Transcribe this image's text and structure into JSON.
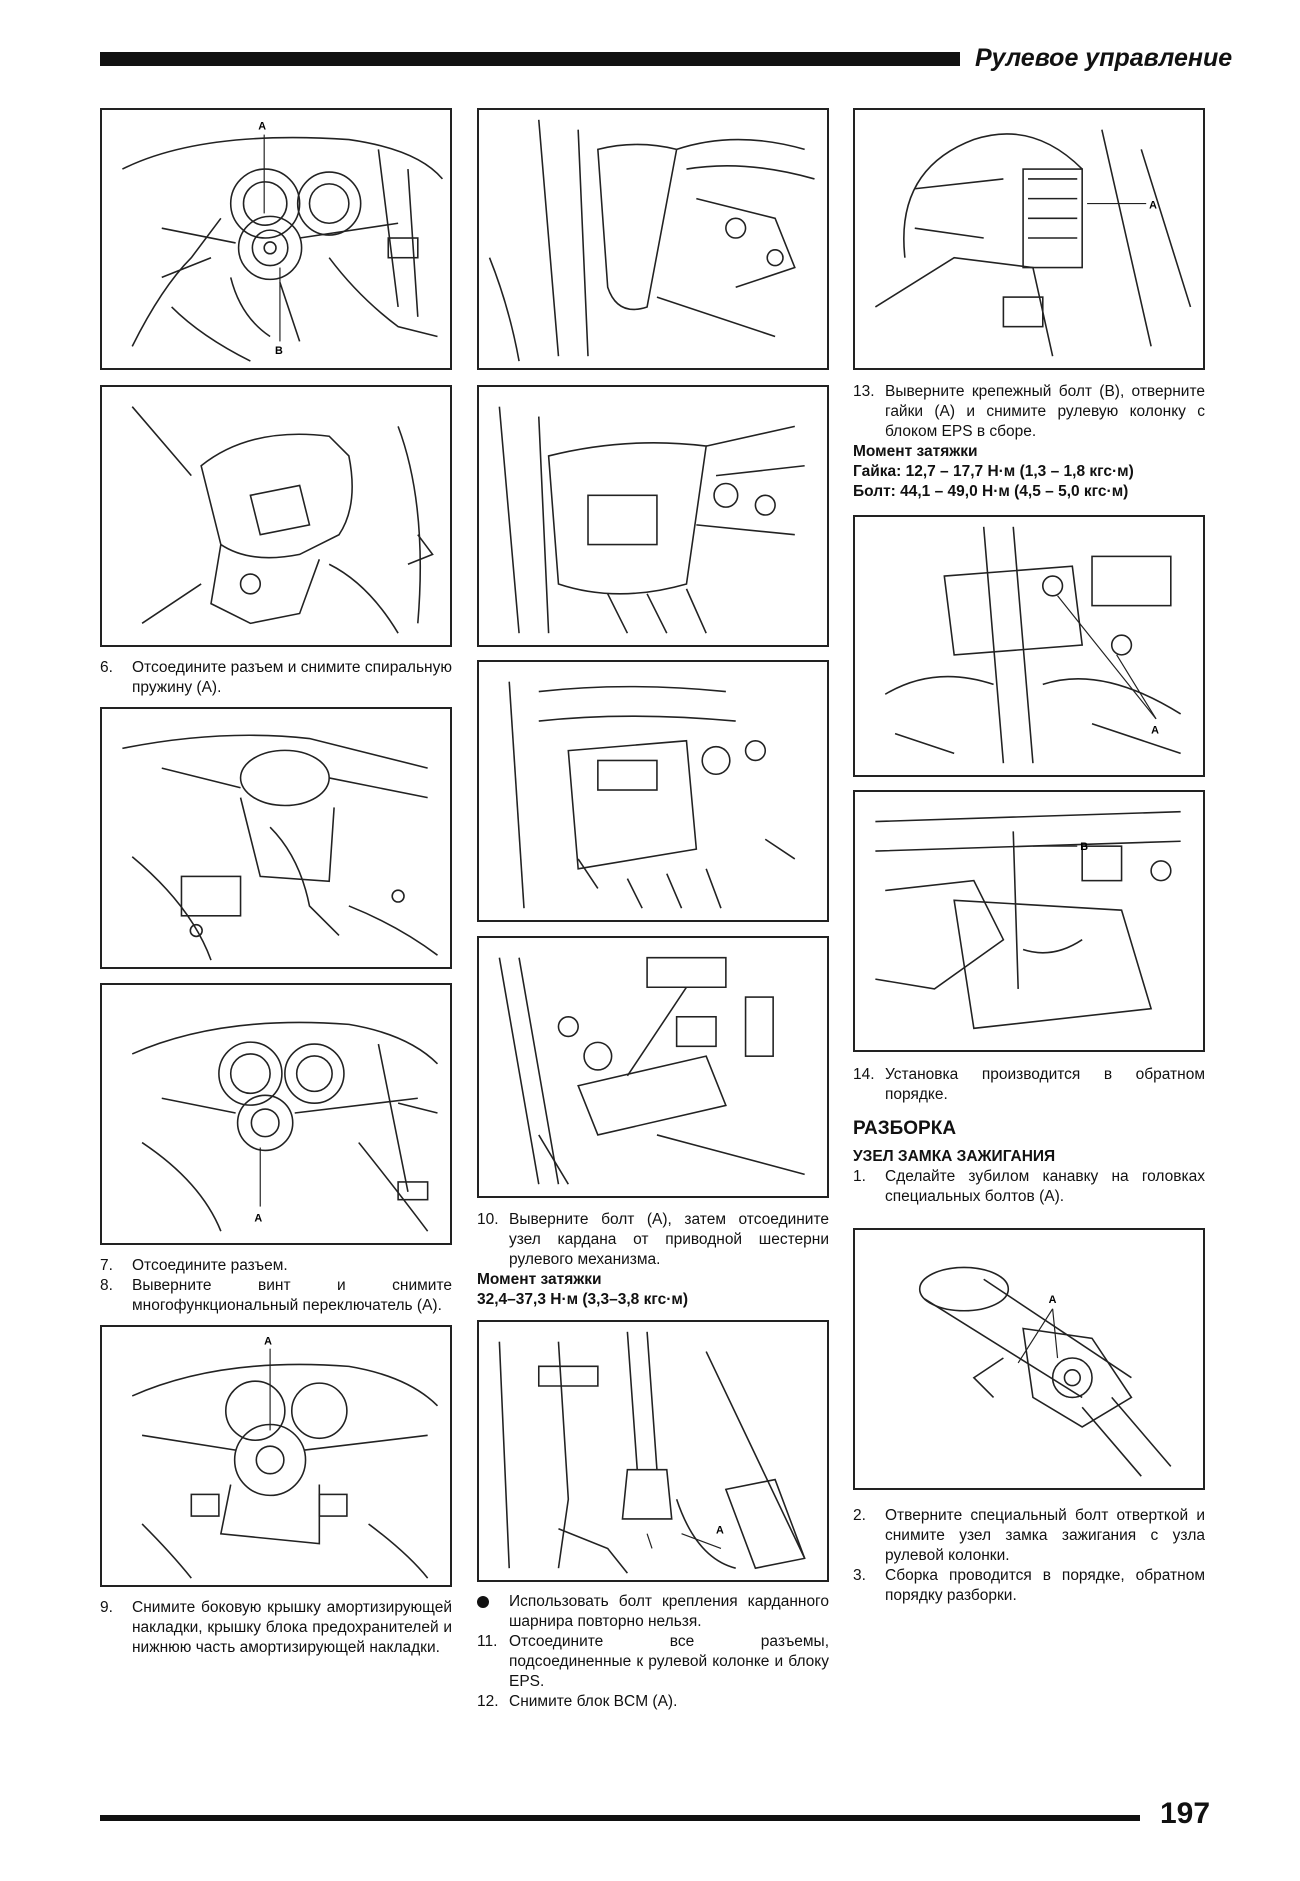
{
  "header": {
    "title": "Рулевое управление"
  },
  "page_number": "197",
  "figures": {
    "label_a": "A",
    "label_b": "B"
  },
  "col1": {
    "step6": {
      "num": "6.",
      "text": "Отсоедините разъем и снимите спиральную пружину (А)."
    },
    "step7": {
      "num": "7.",
      "text": "Отсоедините разъем."
    },
    "step8": {
      "num": "8.",
      "text": "Выверните винт и снимите многофункциональный переключатель (А)."
    },
    "step9": {
      "num": "9.",
      "text": "Снимите боковую крышку амортизирующей накладки, крышку блока предохранителей и нижнюю часть амортизирующей накладки."
    }
  },
  "col2": {
    "step10": {
      "num": "10.",
      "text": "Выверните болт (А), затем отсоедините узел кардана от приводной шестерни рулевого механизма."
    },
    "torque_label": "Момент затяжки",
    "torque_value": "32,4–37,3 Н·м (3,3–3,8 кгс·м)",
    "note": "Использовать болт крепления карданного шарнира повторно нельзя.",
    "step11": {
      "num": "11.",
      "text": "Отсоедините все разъемы, подсоединенные к рулевой колонке и блоку EPS."
    },
    "step12": {
      "num": "12.",
      "text": "Снимите блок BCM (A)."
    }
  },
  "col3": {
    "step13": {
      "num": "13.",
      "text": "Выверните крепежный болт (В), отверните гайки (А) и снимите рулевую колонку с блоком EPS в сборе."
    },
    "torque_label": "Момент затяжки",
    "torque_nut": "Гайка: 12,7 – 17,7 Н·м (1,3 – 1,8 кгс·м)",
    "torque_bolt": "Болт: 44,1 – 49,0 Н·м (4,5 – 5,0 кгс·м)",
    "step14": {
      "num": "14.",
      "text": "Установка производится в обратном порядке."
    },
    "section_title": "РАЗБОРКА",
    "subsection_title": "УЗЕЛ ЗАМКА ЗАЖИГАНИЯ",
    "d1": {
      "num": "1.",
      "text": "Сделайте зубилом канавку на головках специальных болтов (А)."
    },
    "d2": {
      "num": "2.",
      "text": "Отверните специальный болт отверткой и снимите узел замка зажигания с узла рулевой колонки."
    },
    "d3": {
      "num": "3.",
      "text": "Сборка проводится в порядке, обратном порядку разборки."
    }
  }
}
